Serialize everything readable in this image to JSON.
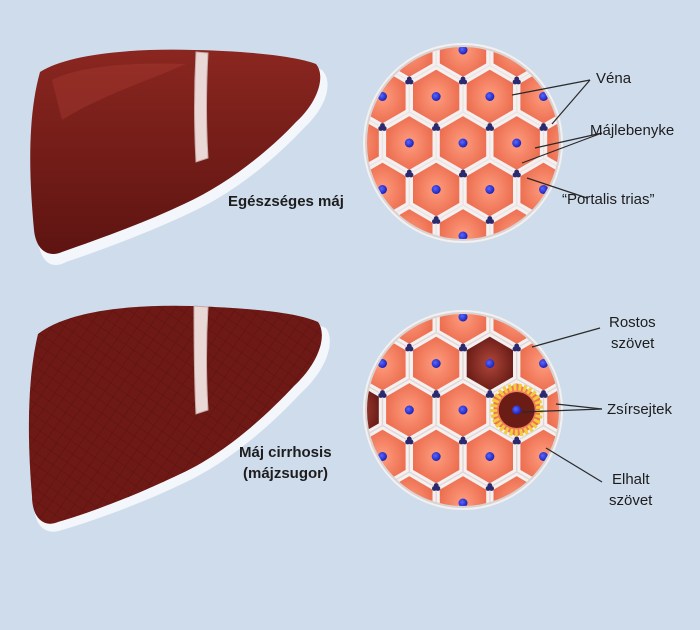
{
  "healthy": {
    "caption": "Egészséges máj",
    "labels": {
      "vein": "Véna",
      "lobule": "Májlebenyke",
      "portal": "“Portalis trias”"
    }
  },
  "cirrhosis": {
    "caption_line1": "Máj cirrhosis",
    "caption_line2": "(májzsugor)",
    "labels": {
      "fibrous_line1": "Rostos",
      "fibrous_line2": "szövet",
      "fat": "Zsírsejtek",
      "dead_line1": "Elhalt",
      "dead_line2": "szövet"
    }
  },
  "colors": {
    "background": "#cfdcec",
    "liver": "#731b17",
    "liver_highlight": "#9a2f28",
    "ligament": "#ead8d6",
    "hepatocyte": "#ef7a5e",
    "vein": "#2633d8",
    "fat": "#f2cc3a",
    "dead_tissue": "#6a1c15"
  }
}
